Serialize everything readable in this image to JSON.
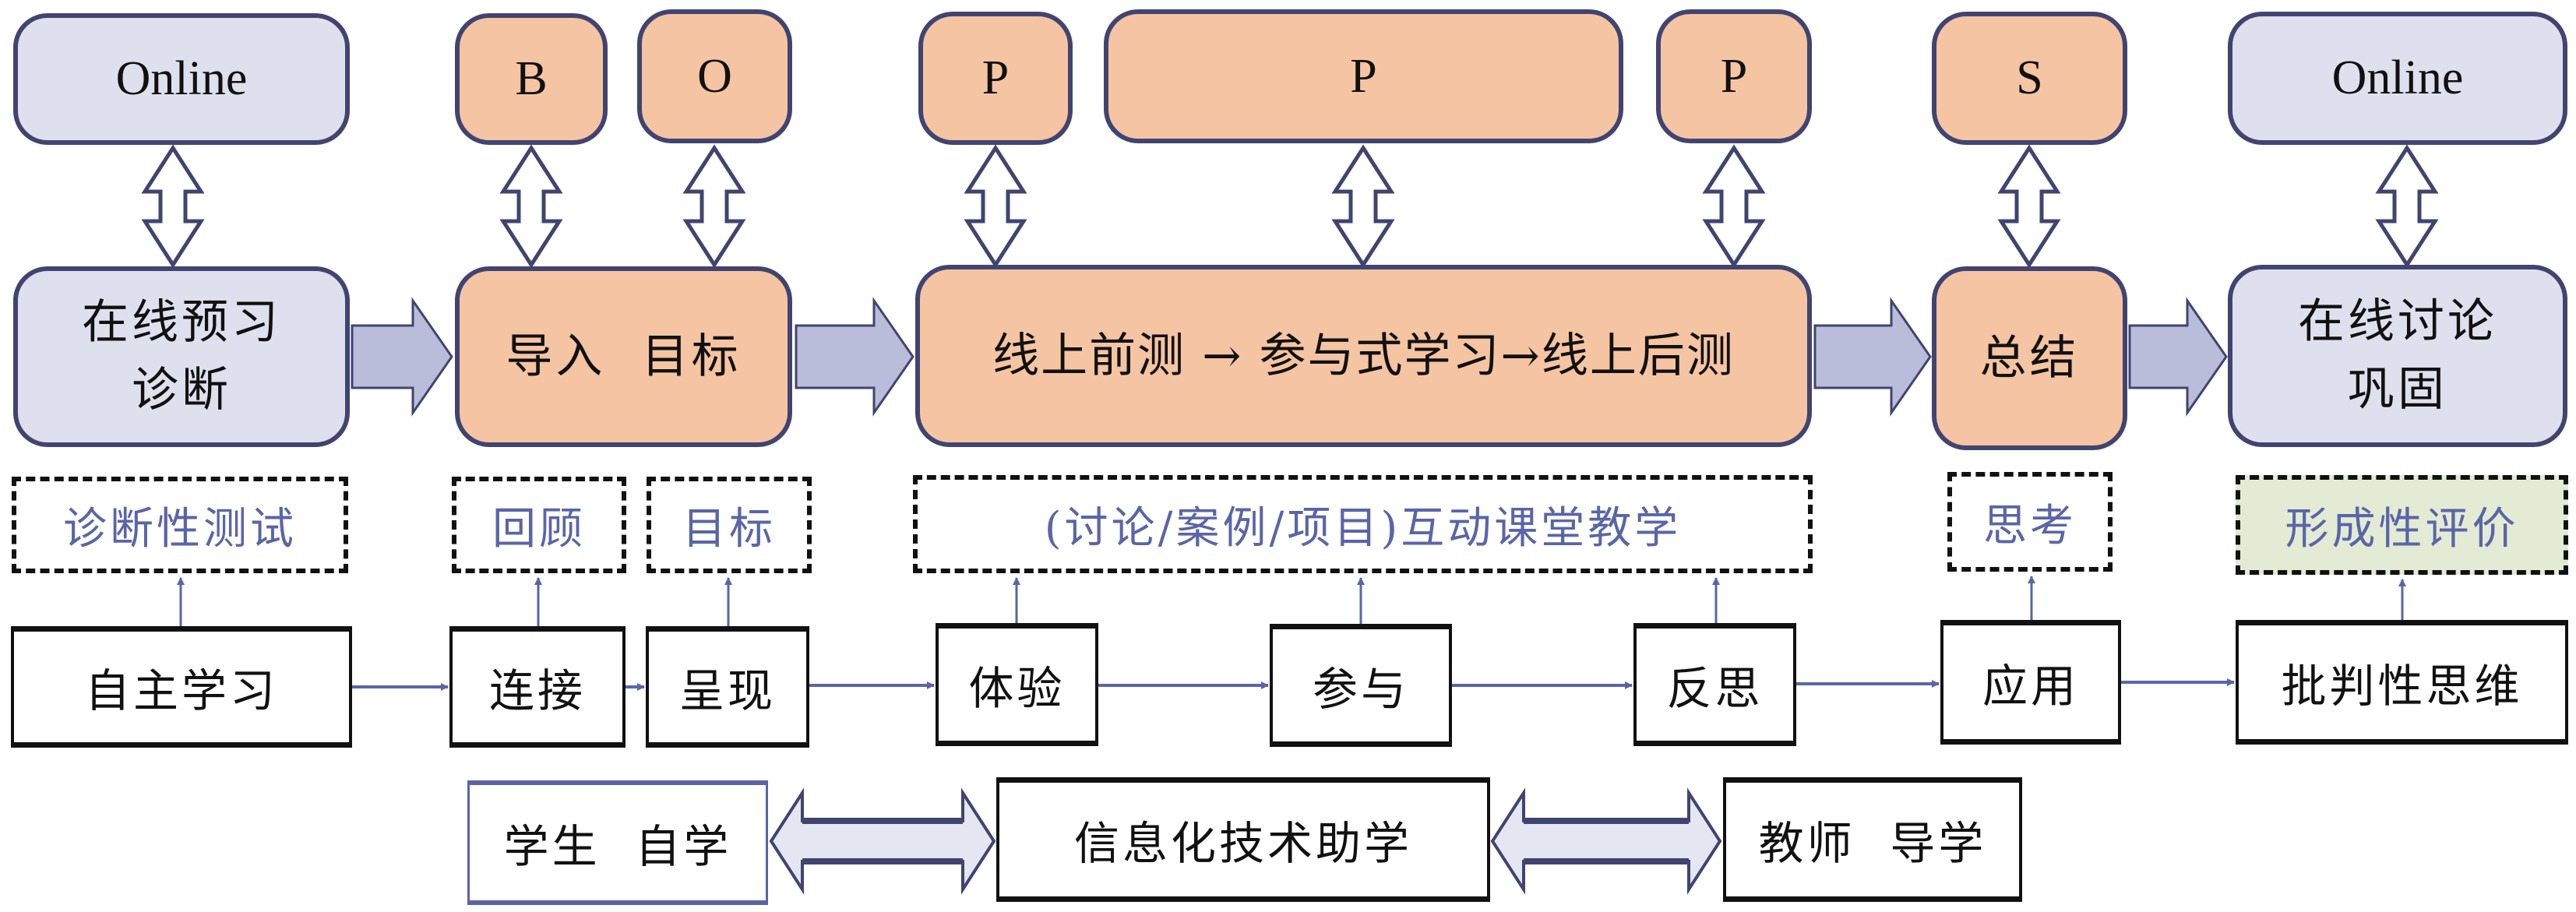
{
  "top_row": [
    {
      "id": "online-left",
      "label": "Online",
      "style": "lavender"
    },
    {
      "id": "b",
      "label": "B",
      "style": "peach"
    },
    {
      "id": "o",
      "label": "O",
      "style": "peach"
    },
    {
      "id": "p1",
      "label": "P",
      "style": "peach"
    },
    {
      "id": "p2",
      "label": "P",
      "style": "peach"
    },
    {
      "id": "p3",
      "label": "P",
      "style": "peach"
    },
    {
      "id": "s",
      "label": "S",
      "style": "peach"
    },
    {
      "id": "online-right",
      "label": "Online",
      "style": "lavender"
    }
  ],
  "stage_row": [
    {
      "id": "preview",
      "lines": [
        "在线预习",
        "诊断"
      ],
      "style": "lavender"
    },
    {
      "id": "intro",
      "lines": [
        "导入  目标"
      ],
      "style": "peach"
    },
    {
      "id": "participatory",
      "lines": [
        "线上前测 → 参与式学习→线上后测"
      ],
      "style": "peach"
    },
    {
      "id": "summary",
      "lines": [
        "总结"
      ],
      "style": "peach"
    },
    {
      "id": "discussion",
      "lines": [
        "在线讨论",
        "巩固"
      ],
      "style": "lavender"
    }
  ],
  "activity_row": [
    {
      "id": "diagnostic-test",
      "label": "诊断性测试"
    },
    {
      "id": "review",
      "label": "回顾"
    },
    {
      "id": "goal",
      "label": "目标"
    },
    {
      "id": "interactive-teaching",
      "label": "(讨论/案例/项目)互动课堂教学"
    },
    {
      "id": "thinking",
      "label": "思考"
    },
    {
      "id": "formative-evaluation",
      "label": "形成性评价",
      "highlight": true
    }
  ],
  "process_row": [
    {
      "id": "self-study",
      "label": "自主学习"
    },
    {
      "id": "connect",
      "label": "连接"
    },
    {
      "id": "present",
      "label": "呈现"
    },
    {
      "id": "experience",
      "label": "体验"
    },
    {
      "id": "participate",
      "label": "参与"
    },
    {
      "id": "reflect",
      "label": "反思"
    },
    {
      "id": "apply",
      "label": "应用"
    },
    {
      "id": "critical-thinking",
      "label": "批判性思维"
    }
  ],
  "bottom_row": [
    {
      "id": "student",
      "label": "学生  自学"
    },
    {
      "id": "it-assisted",
      "label": "信息化技术助学"
    },
    {
      "id": "teacher",
      "label": "教师  导学"
    }
  ],
  "colors": {
    "outline": "#414470",
    "lavender": "#dfe0ee",
    "peach": "#f5c4a2",
    "flow_arrow": "#b9bdd9",
    "connector": "#5a65a8",
    "dashed_text": "#5a65a8",
    "evaluation_fill": "#e3ebd4"
  }
}
